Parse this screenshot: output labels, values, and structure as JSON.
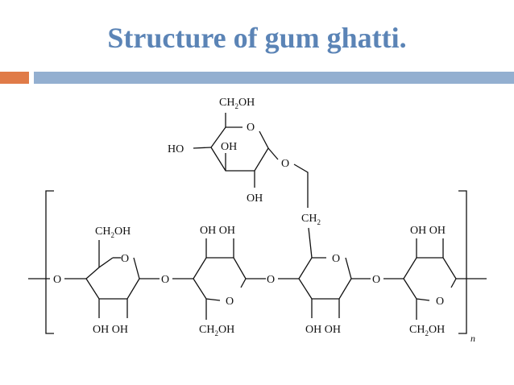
{
  "slide": {
    "title": "Structure of gum ghatti.",
    "accent_colors": {
      "orange": "#e07b48",
      "blue": "#93afd0",
      "title": "#5b84b6"
    }
  },
  "structure": {
    "side_sugar": {
      "ch2oh_prefix": "CH",
      "ch2oh_sub": "2",
      "ch2oh_suffix": "OH",
      "ring_oxygen": "O",
      "ho_left": "HO",
      "oh_inner": "OH",
      "oh_bottom": "OH",
      "glycosidic_o": "O"
    },
    "linker": {
      "prefix": "CH",
      "sub": "2"
    },
    "ring1": {
      "top_prefix": "CH",
      "top_sub": "2",
      "top_suffix": "OH",
      "ring_oxygen": "O",
      "bottom": "OH OH"
    },
    "ring2": {
      "top": "OH OH",
      "ring_oxygen": "O",
      "bottom_prefix": "CH",
      "bottom_sub": "2",
      "bottom_suffix": "OH"
    },
    "ring3": {
      "ring_oxygen": "O",
      "bottom": "OH OH"
    },
    "ring4": {
      "top": "OH OH",
      "ring_oxygen": "O",
      "bottom_prefix": "CH",
      "bottom_sub": "2",
      "bottom_suffix": "OH"
    },
    "links": {
      "o1": "O",
      "o2": "O",
      "o3": "O",
      "o4": "O"
    },
    "repeat_subscript": "n"
  }
}
